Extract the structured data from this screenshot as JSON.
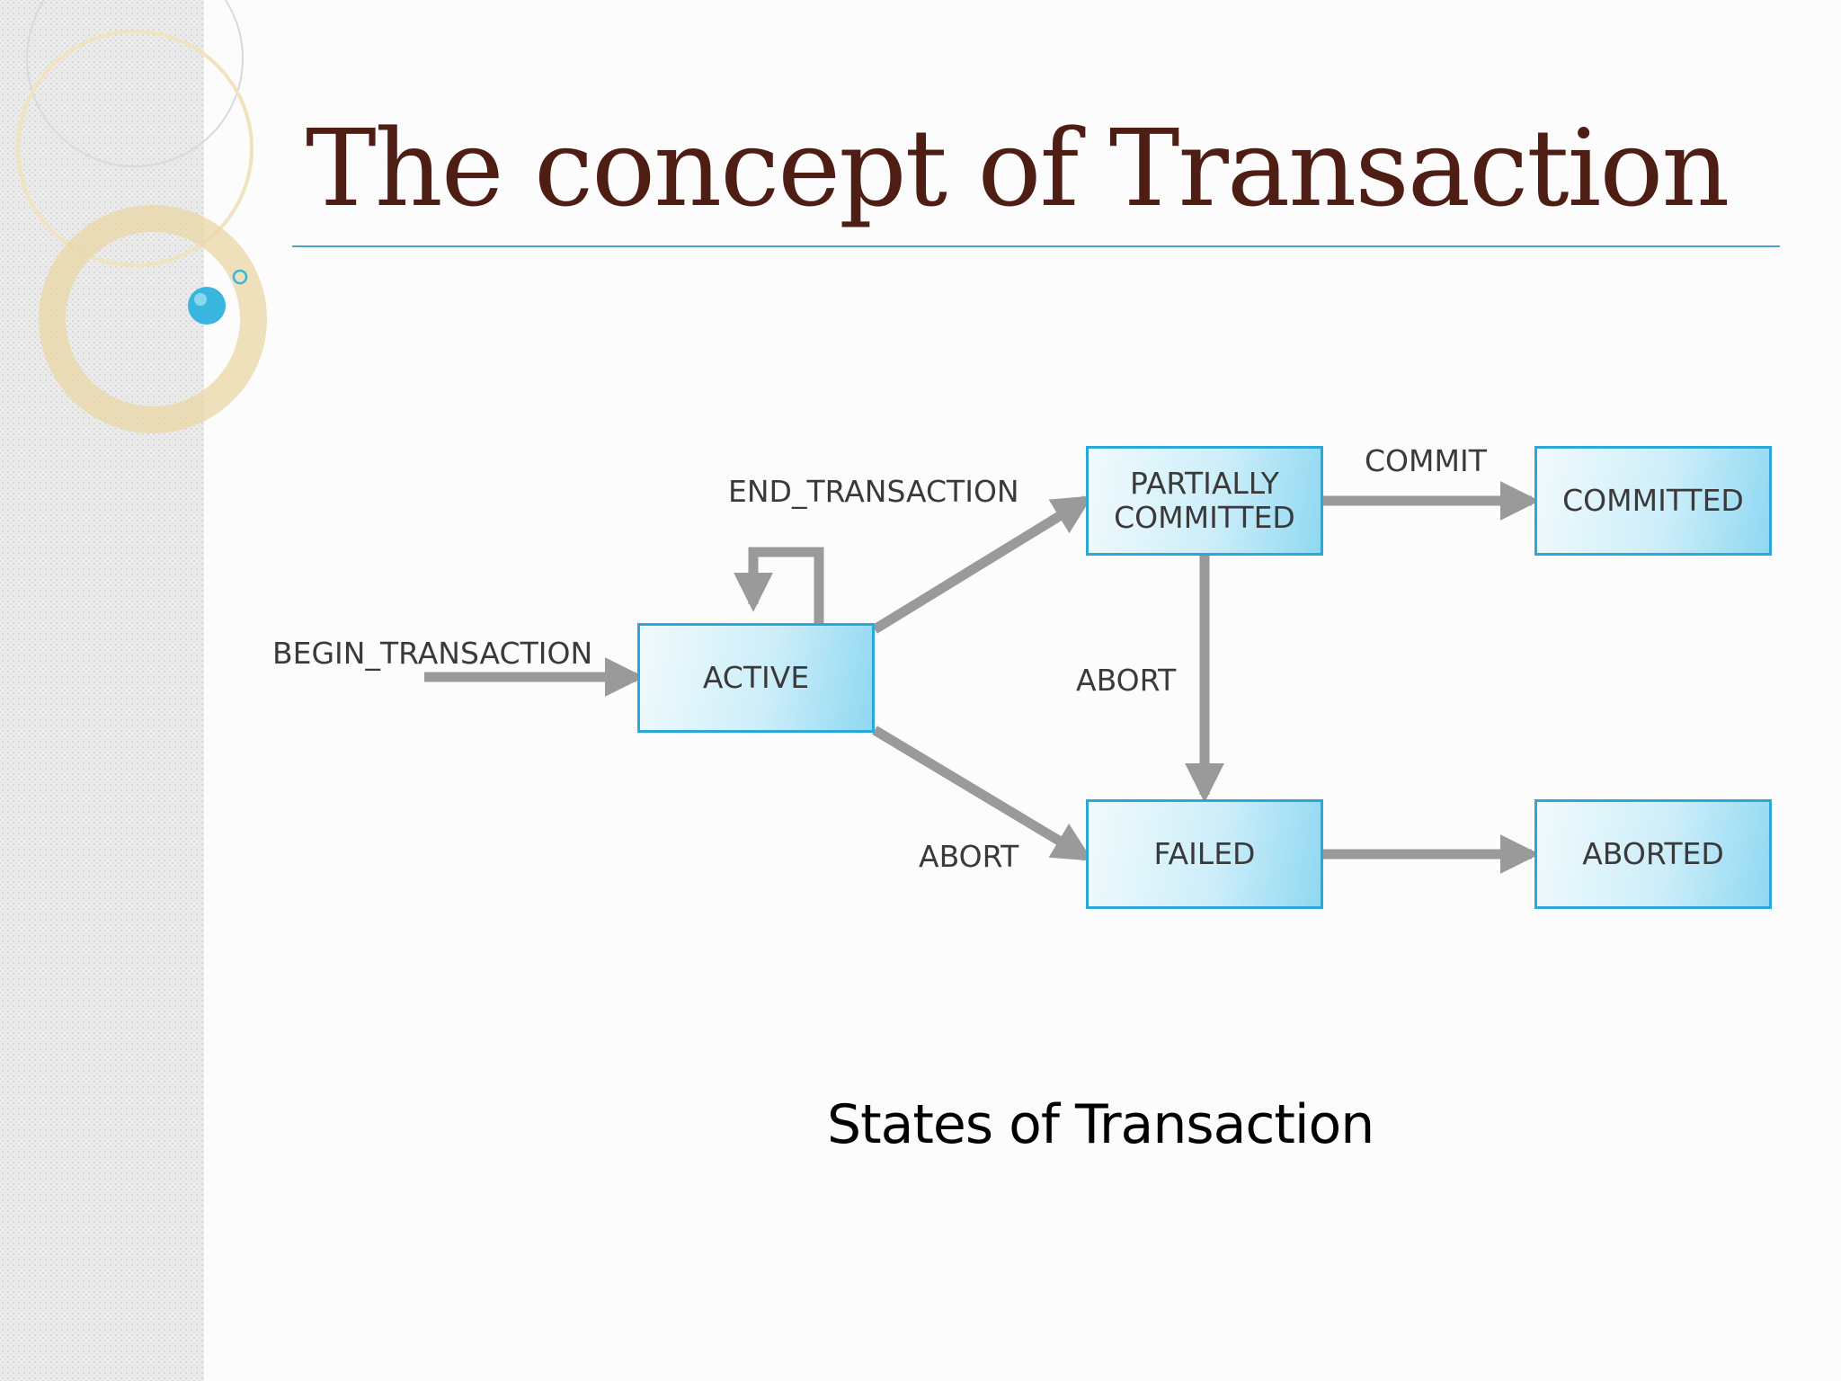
{
  "slide": {
    "title": "The concept of Transaction",
    "caption": "States of Transaction"
  },
  "colors": {
    "title": "#4e1e14",
    "rule": "#4aa3c6",
    "box_border": "#2aa8d8",
    "arrow": "#9a9a9a",
    "text": "#3a3a3a"
  },
  "diagram": {
    "states": {
      "active": "ACTIVE",
      "partially_committed": "PARTIALLY COMMITTED",
      "committed": "COMMITTED",
      "failed": "FAILED",
      "aborted": "ABORTED"
    },
    "edges": {
      "begin": "BEGIN_TRANSACTION",
      "end": "END_TRANSACTION",
      "commit": "COMMIT",
      "abort_partial": "ABORT",
      "abort_active": "ABORT"
    }
  }
}
